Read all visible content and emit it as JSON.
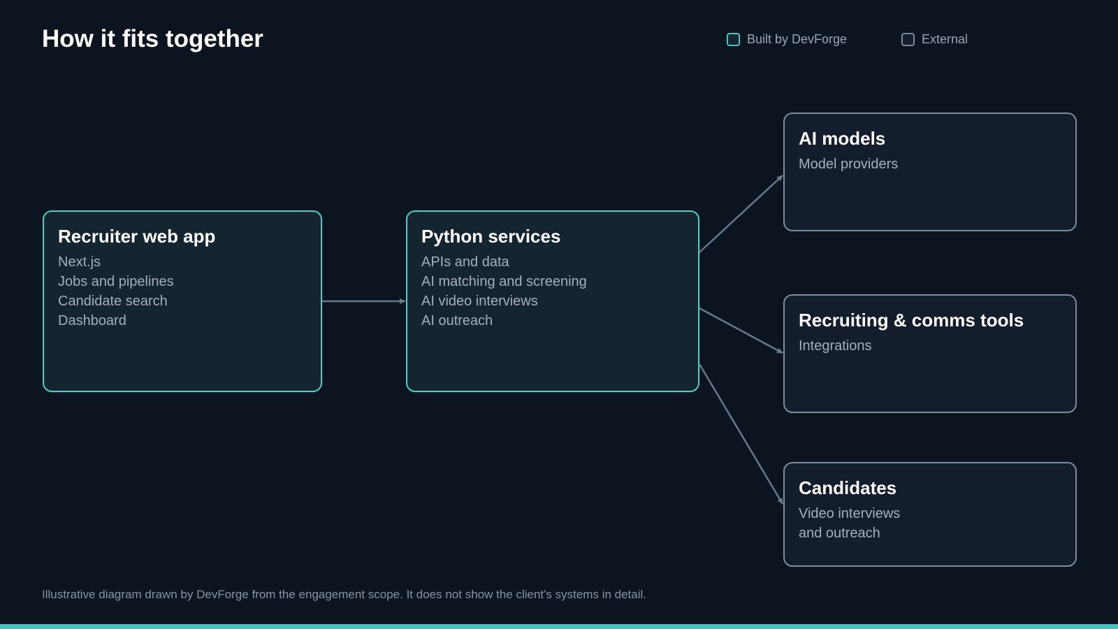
{
  "title": "How it fits together",
  "legend": {
    "built": "Built by DevForge",
    "external": "External"
  },
  "nodes": {
    "web": {
      "title": "Recruiter web app",
      "lines": [
        "Next.js",
        "Jobs and pipelines",
        "Candidate search",
        "Dashboard"
      ]
    },
    "python": {
      "title": "Python services",
      "lines": [
        "APIs and data",
        "AI matching and screening",
        "AI video interviews",
        "AI outreach"
      ]
    },
    "ai": {
      "title": "AI models",
      "lines": [
        "Model providers"
      ]
    },
    "tools": {
      "title": "Recruiting & comms tools",
      "lines": [
        "Integrations"
      ]
    },
    "candidates": {
      "title": "Candidates",
      "lines": [
        "Video interviews",
        "and outreach"
      ]
    }
  },
  "footnote": "Illustrative diagram drawn by DevForge from the engagement scope. It does not show the client's systems in detail.",
  "colors": {
    "background": "#0c141f",
    "built_border": "#48d1c8",
    "external_border": "#7e8d9c",
    "connector": "#66788a",
    "accent_bar": "#40c9c2"
  }
}
